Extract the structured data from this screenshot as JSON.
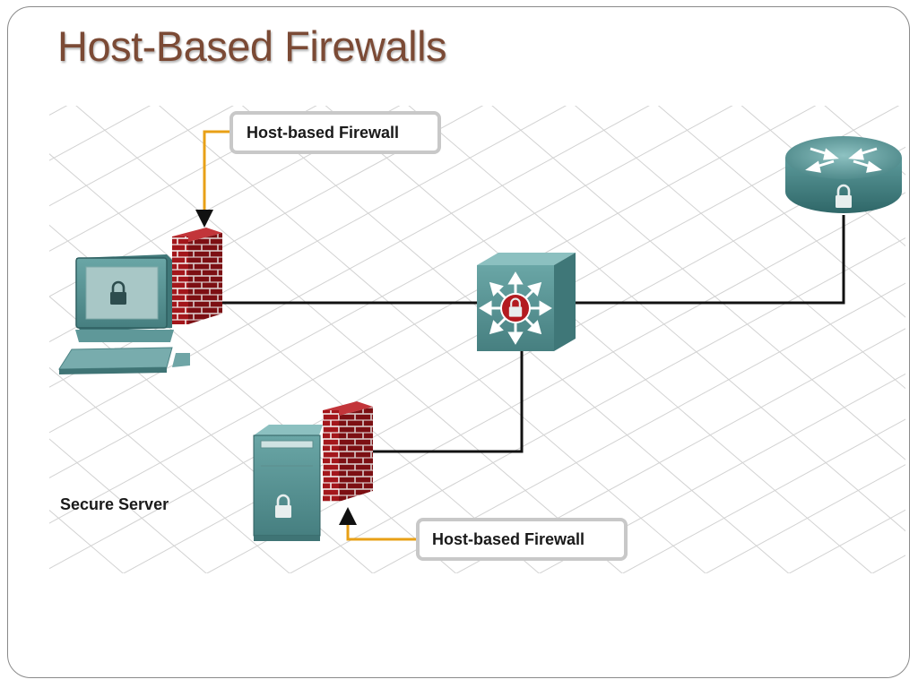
{
  "slide": {
    "title": "Host-Based Firewalls"
  },
  "diagram": {
    "callouts": [
      {
        "text": "Host-based Firewall",
        "target": "workstation-firewall"
      },
      {
        "text": "Host-based Firewall",
        "target": "server-firewall"
      }
    ],
    "server_label": "Secure Server",
    "nodes": [
      {
        "name": "workstation",
        "icon": "computer-lock-icon"
      },
      {
        "name": "multilayer-switch",
        "icon": "switch-lock-icon"
      },
      {
        "name": "router",
        "icon": "router-lock-icon"
      },
      {
        "name": "server",
        "icon": "server-lock-icon"
      }
    ],
    "colors": {
      "title": "#7b4a35",
      "device": "#4f8f8f",
      "firewall_brick": "#a3161b",
      "callout_connector": "#e8a016",
      "link": "#111111"
    }
  }
}
